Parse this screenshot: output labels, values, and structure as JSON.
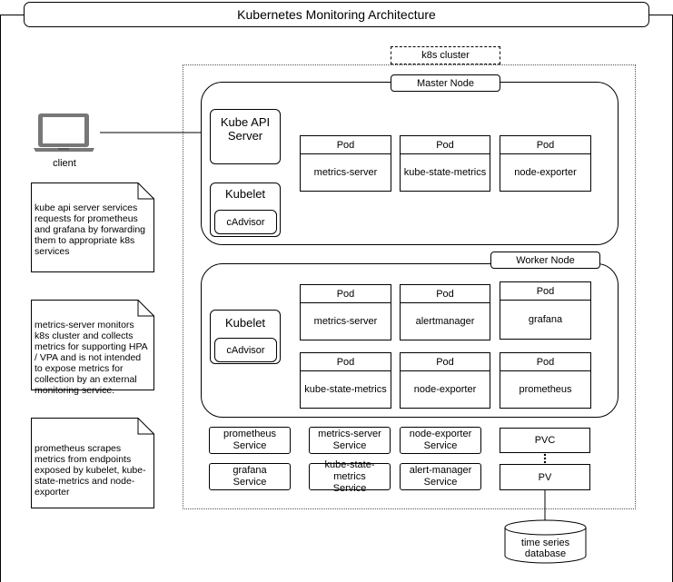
{
  "title": "Kubernetes Monitoring Architecture",
  "cluster_label": "k8s cluster",
  "client_label": "client",
  "master_node": {
    "label": "Master Node",
    "api_server": "Kube API Server",
    "kubelet": "Kubelet",
    "cadvisor": "cAdvisor",
    "pods": [
      {
        "head": "Pod",
        "body": "metrics-server"
      },
      {
        "head": "Pod",
        "body": "kube-state-metrics"
      },
      {
        "head": "Pod",
        "body": "node-exporter"
      }
    ]
  },
  "worker_node": {
    "label": "Worker Node",
    "kubelet": "Kubelet",
    "cadvisor": "cAdvisor",
    "pods": [
      {
        "head": "Pod",
        "body": "metrics-server"
      },
      {
        "head": "Pod",
        "body": "alertmanager"
      },
      {
        "head": "Pod",
        "body": "grafana"
      },
      {
        "head": "Pod",
        "body": "kube-state-metrics"
      },
      {
        "head": "Pod",
        "body": "node-exporter"
      },
      {
        "head": "Pod",
        "body": "prometheus"
      }
    ]
  },
  "services": [
    {
      "line1": "prometheus",
      "line2": "Service"
    },
    {
      "line1": "metrics-server",
      "line2": "Service"
    },
    {
      "line1": "node-exporter",
      "line2": "Service"
    },
    {
      "line1": "grafana",
      "line2": "Service"
    },
    {
      "line1": "kube-state-metrics",
      "line2": "Service"
    },
    {
      "line1": "alert-manager",
      "line2": "Service"
    }
  ],
  "pvc": "PVC",
  "pv": "PV",
  "database": {
    "line1": "time series",
    "line2": "database"
  },
  "notes": [
    "kube api server services requests for prometheus and grafana by forwarding them to appropriate k8s services",
    "metrics-server monitors k8s cluster and collects metrics for supporting HPA / VPA and is not intended to expose metrics for collection by an external monitoring service.",
    "prometheus scrapes metrics from endpoints exposed by kubelet, kube-state-metrics and node-exporter"
  ]
}
